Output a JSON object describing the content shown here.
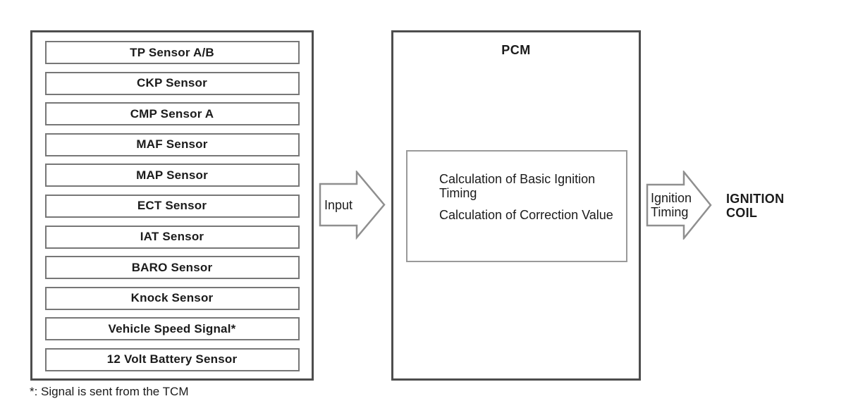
{
  "colors": {
    "border_dark": "#4d4d4d",
    "border_mid": "#777777",
    "border_light": "#9a9a9a",
    "arrow_stroke": "#8f8f8f",
    "text": "#1b1b1b",
    "background": "#ffffff"
  },
  "sensor_panel": {
    "sensors": [
      "TP Sensor A/B",
      "CKP Sensor",
      "CMP Sensor A",
      "MAF Sensor",
      "MAP Sensor",
      "ECT Sensor",
      "IAT Sensor",
      "BARO Sensor",
      "Knock Sensor",
      "Vehicle Speed Signal*",
      "12 Volt Battery Sensor"
    ],
    "footnote": "*: Signal is sent from the TCM"
  },
  "input_arrow": {
    "label": "Input"
  },
  "pcm": {
    "title": "PCM",
    "calculations": [
      "Calculation of Basic Ignition Timing",
      "Calculation of Correction Value"
    ]
  },
  "output_arrow": {
    "label": "Ignition Timing"
  },
  "output_target": {
    "label": "IGNITION COIL"
  }
}
